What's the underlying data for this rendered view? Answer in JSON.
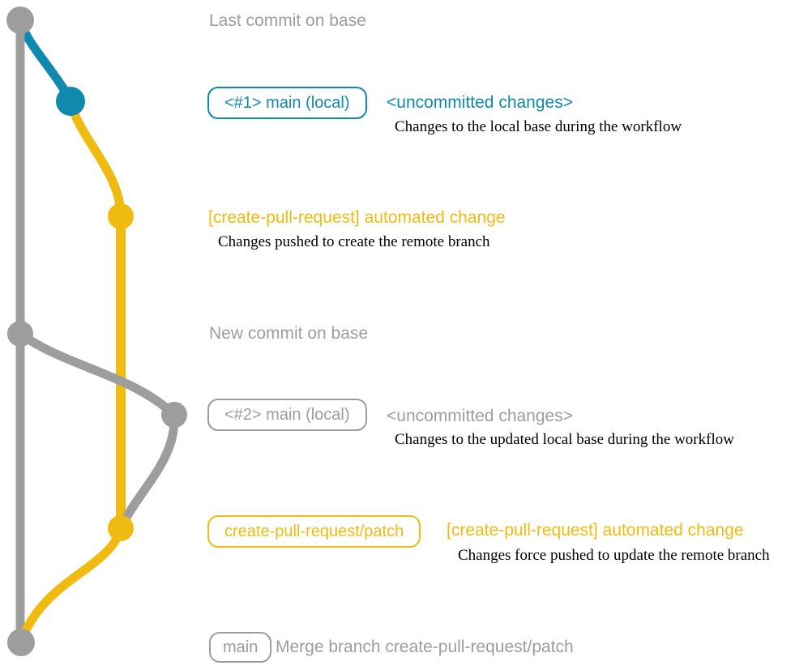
{
  "colors": {
    "gray": "#9d9d9d",
    "blue": "#1089ac",
    "yellow": "#f0bb10",
    "ink": "#000000",
    "background": "#ffffff"
  },
  "annotations": {
    "last_commit_label": "Last commit on base",
    "new_commit_label": "New commit on base",
    "merge_label": "Merge branch create-pull-request/patch"
  },
  "badges": {
    "main_local_1": "<#1> main (local)",
    "main_local_2": "<#2> main (local)",
    "patch_branch": "create-pull-request/patch",
    "main": "main"
  },
  "headings": {
    "uncommitted_1": "<uncommitted changes>",
    "automated_1": "[create-pull-request] automated change",
    "uncommitted_2": "<uncommitted changes>",
    "automated_2": "[create-pull-request] automated change"
  },
  "descriptions": {
    "local_base": "Changes to the local base during the workflow",
    "pushed_create": "Changes pushed to create the remote branch",
    "updated_local_base": "Changes to the updated local base during the workflow",
    "force_pushed": "Changes force pushed to update the remote branch"
  }
}
